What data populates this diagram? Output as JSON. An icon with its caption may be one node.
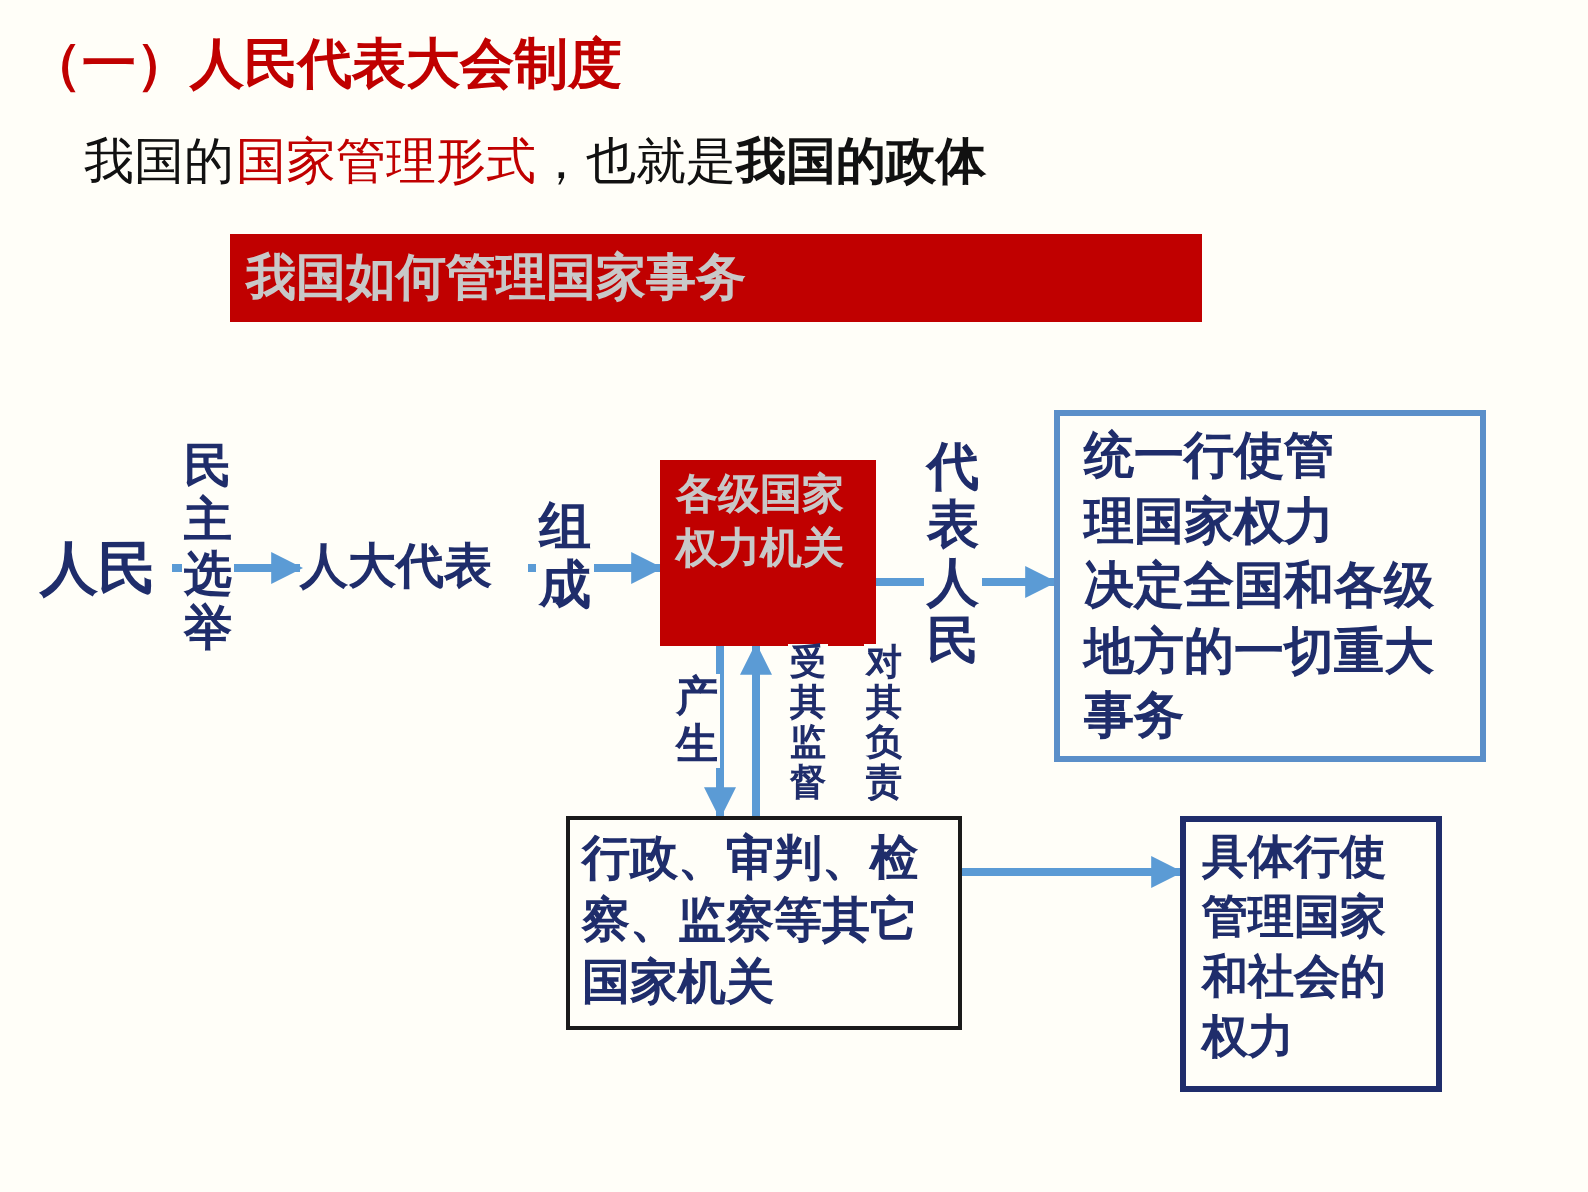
{
  "diagram": {
    "title": "（一）人民代表大会制度",
    "nodes": [
      {
        "text": [
          "我国如何管理国家事务"
        ]
      },
      {
        "text": [
          "人民"
        ]
      },
      {
        "text": [
          "人大代表"
        ]
      },
      {
        "text": [
          "各级国家权力机关"
        ]
      },
      {
        "text": [
          "统一行使管理国家权力",
          "决定全国和各级地方的一切重大事务"
        ]
      },
      {
        "text": [
          "行政、审判、检察、监察等其它国家机关"
        ]
      },
      {
        "text": [
          "具体行使管理国家和社会的权力"
        ]
      }
    ],
    "edges": [
      {
        "from": 1,
        "to": 2,
        "arrow": "to",
        "label": "民主选举"
      },
      {
        "from": 2,
        "to": 3,
        "arrow": "to",
        "label": "组成"
      },
      {
        "from": 3,
        "to": 4,
        "arrow": "to",
        "label": "代表人民"
      },
      {
        "from": 3,
        "to": 5,
        "arrow": "to",
        "label": "产生"
      },
      {
        "from": 5,
        "to": 3,
        "arrow": "to",
        "label": "受其监督"
      },
      {
        "from": 5,
        "to": 6,
        "arrow": "to"
      }
    ],
    "labels": [
      "我国的",
      "国家管理形式",
      "，也就是**我国的政体**",
      "对其负责"
    ]
  }
}
